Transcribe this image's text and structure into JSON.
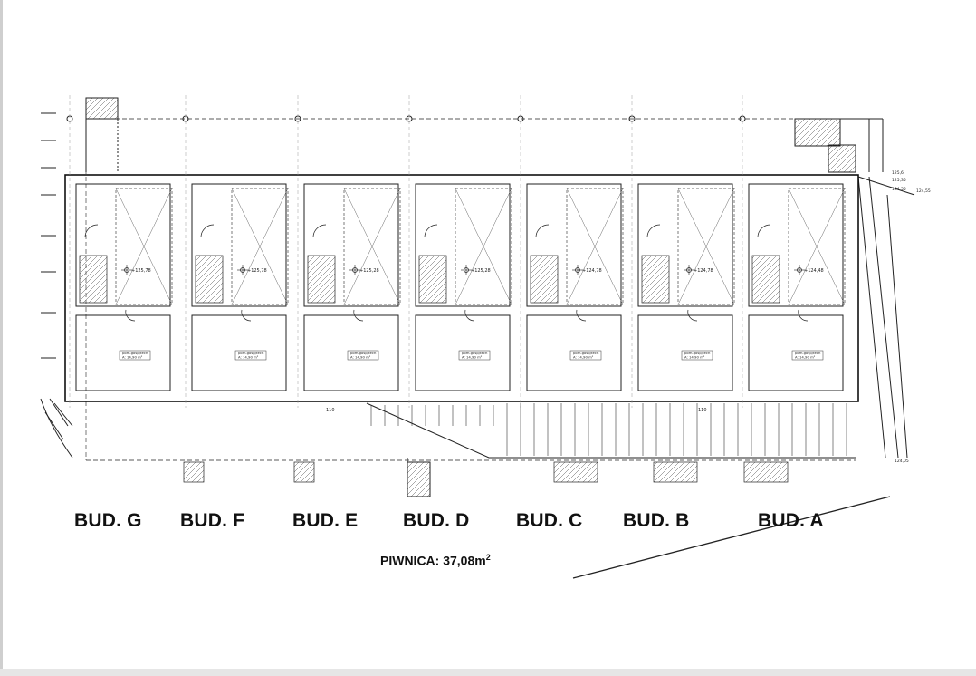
{
  "buildings": [
    {
      "label": "BUD. G",
      "room": "pom.gosp/tech",
      "area": "A: 14,90 m²",
      "level": "+125,78"
    },
    {
      "label": "BUD. F",
      "room": "pom.gosp/tech",
      "area": "A: 14,90 m²",
      "level": "+125,78"
    },
    {
      "label": "BUD. E",
      "room": "pom.gosp/tech",
      "area": "A: 14,90 m²",
      "level": "+125,28"
    },
    {
      "label": "BUD. D",
      "room": "pom.gosp/tech",
      "area": "A: 14,90 m²",
      "level": "+125,28"
    },
    {
      "label": "BUD. C",
      "room": "pom.gosp/tech",
      "area": "A: 14,90 m²",
      "level": "+124,78"
    },
    {
      "label": "BUD. B",
      "room": "pom.gosp/tech",
      "area": "A: 14,90 m²",
      "level": "+124,78"
    },
    {
      "label": "BUD. A",
      "room": "pom.gosp/tech",
      "area": "A: 14,90 m²",
      "level": "+124,48"
    }
  ],
  "piwnica": {
    "text": "PIWNICA: 37,08m",
    "sup": "2"
  },
  "dims": {
    "width_110": "110"
  },
  "elevations": [
    "125,6",
    "125,35",
    "124,55",
    "124,55",
    "124,05"
  ]
}
